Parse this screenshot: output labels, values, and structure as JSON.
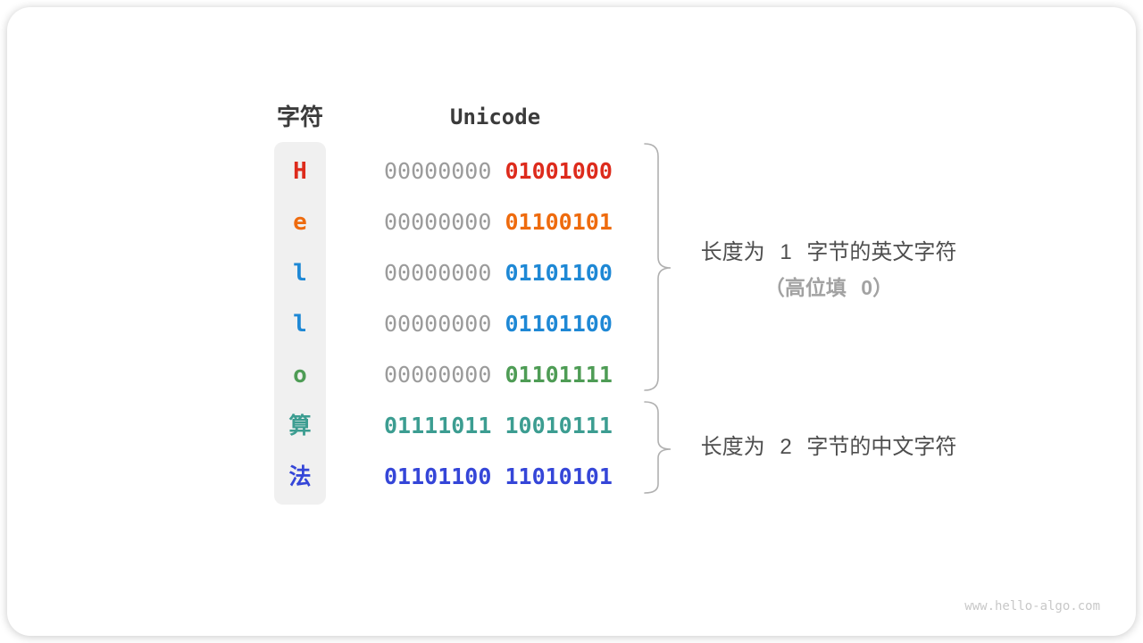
{
  "table": {
    "char_header": "字符",
    "unicode_header": "Unicode",
    "rows": [
      {
        "char": "H",
        "pad": "00000000 ",
        "bits": "01001000",
        "color": "#dd2b1c"
      },
      {
        "char": "e",
        "pad": "00000000 ",
        "bits": "01100101",
        "color": "#ee6b0e"
      },
      {
        "char": "l",
        "pad": "00000000 ",
        "bits": "01101100",
        "color": "#1e88d5"
      },
      {
        "char": "l",
        "pad": "00000000 ",
        "bits": "01101100",
        "color": "#1e88d5"
      },
      {
        "char": "o",
        "pad": "00000000 ",
        "bits": "01101111",
        "color": "#4e9c55"
      },
      {
        "char": "算",
        "pad": "",
        "bits": "01111011 10010111",
        "color": "#3c9d91"
      },
      {
        "char": "法",
        "pad": "",
        "bits": "01101100 11010101",
        "color": "#3546d8"
      }
    ]
  },
  "annotations": {
    "group1_line1": "长度为 1 字节的英文字符",
    "group1_line2": "（高位填 0）",
    "group2_line1": "长度为 2 字节的中文字符"
  },
  "watermark": "www.hello-algo.com",
  "colors": {
    "pad_bits": "#9b9b9b",
    "header_text": "#3b3b3b",
    "annotation_primary": "#4e4e4e",
    "annotation_secondary": "#a2a2a2",
    "brace": "#b0b0b0",
    "char_column_bg": "#f0f0f0",
    "watermark": "#c8c8c8",
    "card_bg": "#ffffff"
  }
}
